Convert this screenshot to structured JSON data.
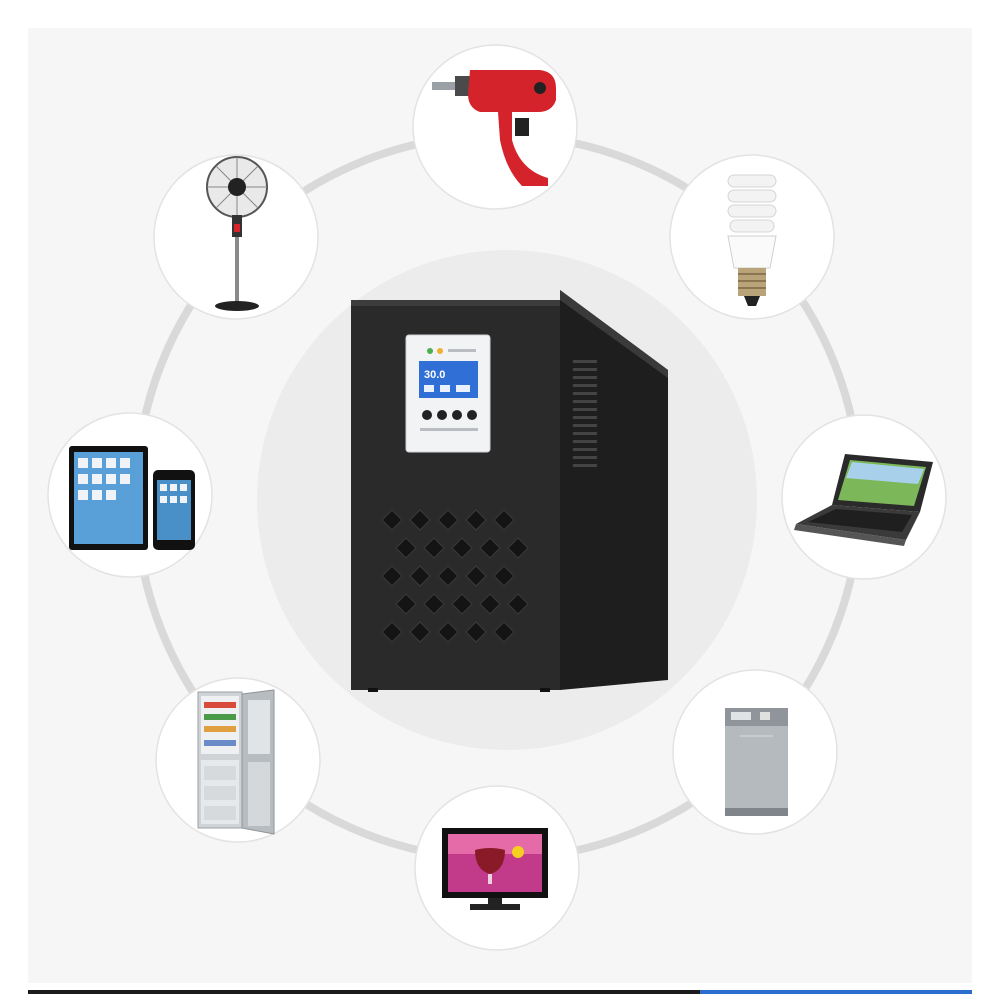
{
  "scene": {
    "description_items": [
      {
        "id": "drill",
        "icon": "electric-drill-icon"
      },
      {
        "id": "bulb",
        "icon": "cfl-bulb-icon"
      },
      {
        "id": "laptop",
        "icon": "laptop-icon"
      },
      {
        "id": "washer",
        "icon": "washing-machine-icon"
      },
      {
        "id": "tv",
        "icon": "television-icon"
      },
      {
        "id": "fridge",
        "icon": "refrigerator-icon"
      },
      {
        "id": "tablet-phone",
        "icon": "tablet-and-phone-icon"
      },
      {
        "id": "fan",
        "icon": "standing-fan-icon"
      }
    ],
    "product": {
      "icon": "inverter-ups-cabinet-icon"
    },
    "display_reading": "30.0",
    "colors": {
      "ring": "#d9d9d9",
      "center_disc": "#ececec",
      "cabinet": "#2a2a2a",
      "cabinet_side": "#1e1e1e",
      "panel": "#f2f3f5",
      "lcd": "#2f6fd6",
      "drill_red": "#d4232b",
      "bottom_rule": "#1b1b1b",
      "bottom_accent": "#2a6fd0"
    }
  }
}
